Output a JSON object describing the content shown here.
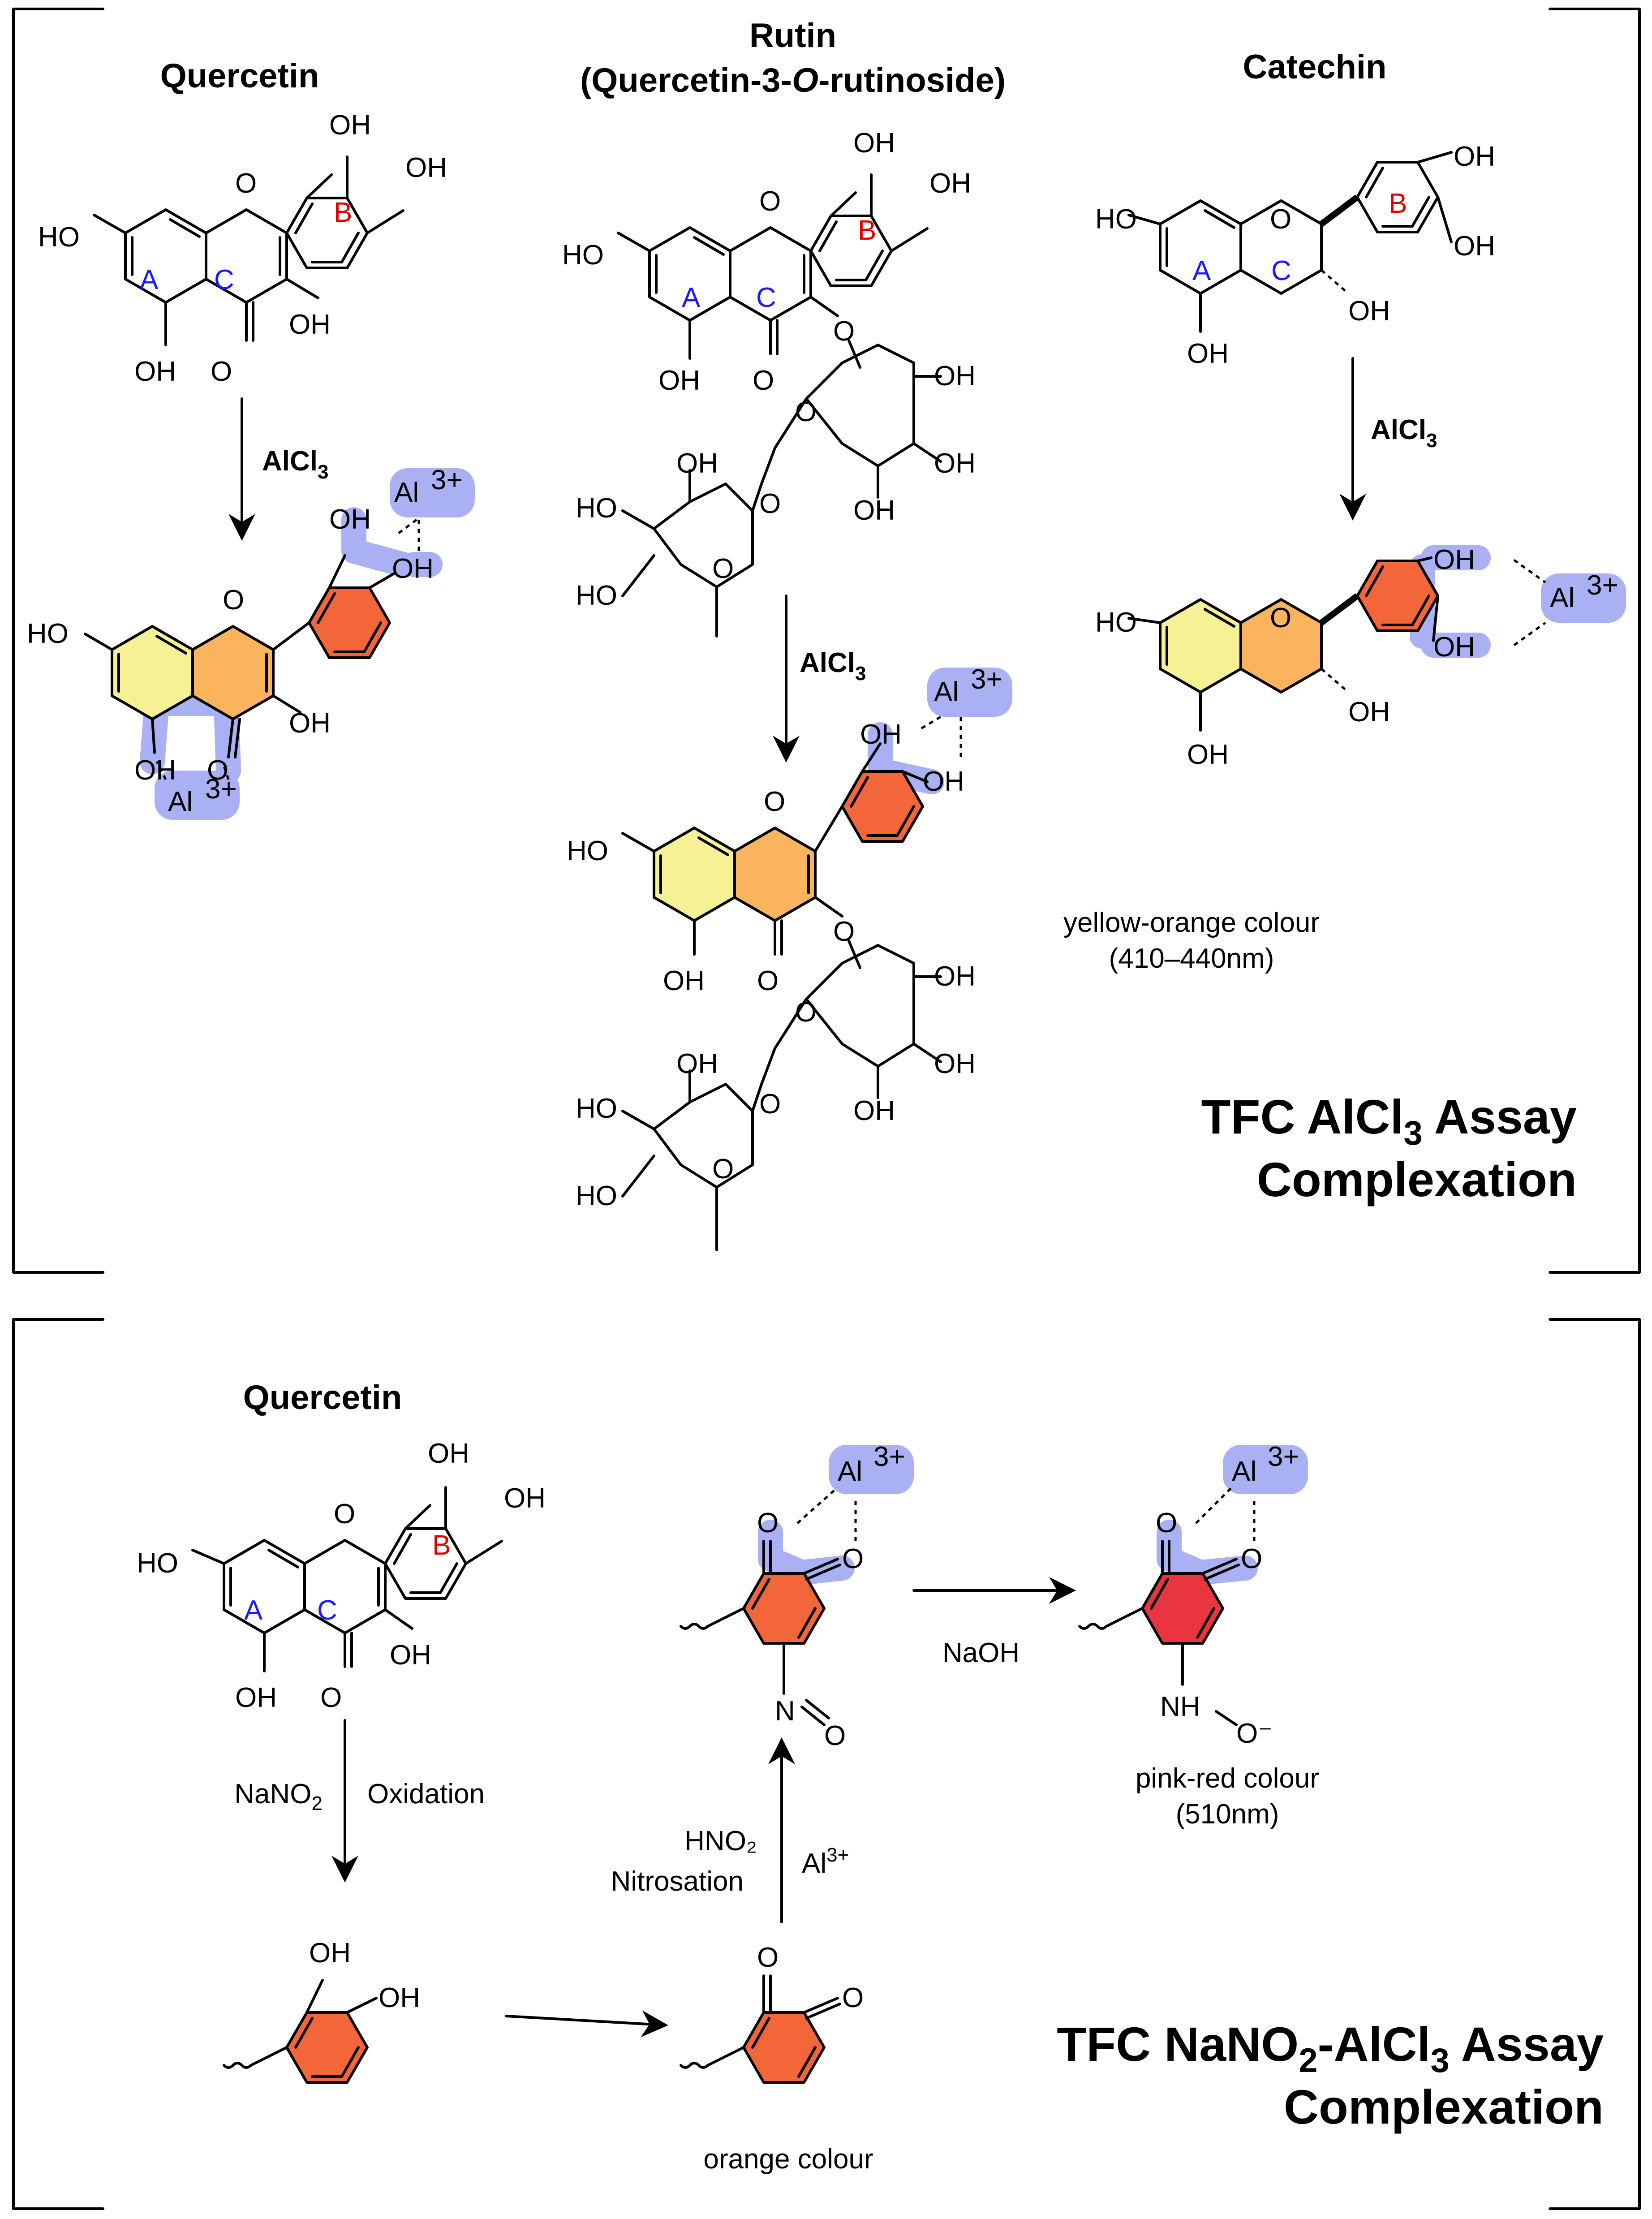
{
  "panel1": {
    "quercetin_title": "Quercetin",
    "rutin_title": "Rutin",
    "rutin_subtitle_pre": "(Quercetin-3-",
    "rutin_subtitle_italic": "O",
    "rutin_subtitle_post": "-rutinoside)",
    "catechin_title": "Catechin",
    "reagent": "AlCl",
    "reagent_sub": "3",
    "colour_note_1": "yellow-orange colour",
    "colour_note_2": "(410–440nm)",
    "assay_title_1_pre": "TFC AlCl",
    "assay_title_1_sub": "3",
    "assay_title_1_post": " Assay",
    "assay_title_2": "Complexation"
  },
  "panel2": {
    "quercetin_title": "Quercetin",
    "step1_left": "NaNO",
    "step1_left_sub": "2",
    "step1_right": "Oxidation",
    "orange_note": "orange colour",
    "step3_left_1": "HNO₂",
    "step3_left_2": "Nitrosation",
    "step3_right": "Al",
    "step3_right_sup": "3+",
    "step4": "NaOH",
    "pink_note_1": "pink-red colour",
    "pink_note_2": "(510nm)",
    "assay_title_1_pre": "TFC NaNO",
    "assay_title_1_sub": "2",
    "assay_title_1_mid": "-AlCl",
    "assay_title_1_sub2": "3",
    "assay_title_1_post": " Assay",
    "assay_title_2": "Complexation"
  },
  "atoms": {
    "OH": "OH",
    "HO": "HO",
    "O": "O",
    "Al": "Al",
    "charge": "3+",
    "N": "N",
    "NH": "NH",
    "Ominus": "O⁻",
    "ringA": "A",
    "ringB": "B",
    "ringC": "C"
  },
  "colors": {
    "halo": "#a9b0f3",
    "ringA_fill": "#f7f196",
    "ringC_fill": "#fbb45e",
    "ringB_fill": "#f3663a",
    "pink_ring": "#e8353f",
    "label_blue": "#1a1aff",
    "label_red": "#e00000"
  }
}
